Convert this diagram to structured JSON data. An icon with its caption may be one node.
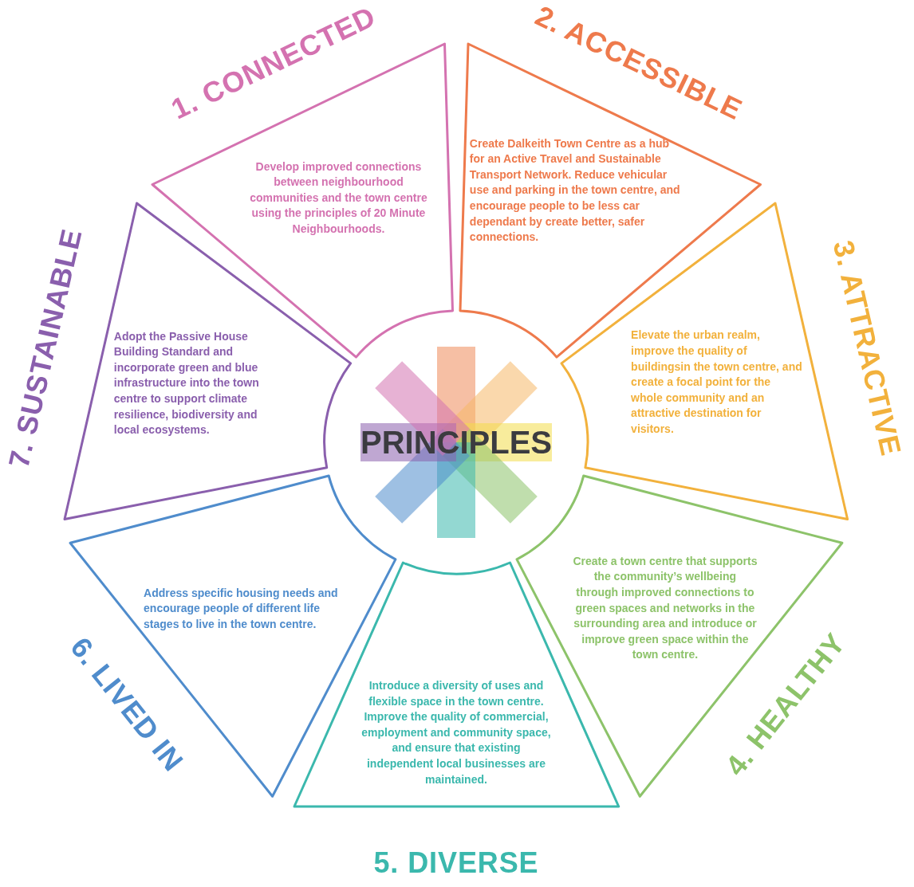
{
  "diagram": {
    "nodes": [
      {
        "text": [
          "PRINCIPLES"
        ]
      },
      {
        "text": [
          "1. CONNECTED",
          "Develop improved connections between neighbourhood communities and the town centre using the principles of 20 Minute Neighbourhoods."
        ]
      },
      {
        "text": [
          "2. ACCESSIBLE",
          "Create Dalkeith Town Centre as a hub for an Active Travel and Sustainable Transport Network. Reduce vehicular use and parking in the town centre, and encourage people to be less car dependant by create better, safer connections."
        ]
      },
      {
        "text": [
          "3. ATTRACTIVE",
          "Elevate the urban realm, improve the quality of buildingsin the town centre, and create a focal point for the whole community and an attractive destination for visitors."
        ]
      },
      {
        "text": [
          "4. HEALTHY",
          "Create a town centre that supports the community’s wellbeing through improved connections to green spaces and networks in the surrounding area and introduce or improve green space within the town centre."
        ]
      },
      {
        "text": [
          "Introduce a diversity of uses and flexible space in the town centre. Improve the quality of commercial, employment and community space, and ensure that existing independent local businesses are maintained.",
          "5. DIVERSE"
        ]
      },
      {
        "text": [
          "6. LIVED IN",
          "Address specific housing needs and encourage people of different life stages to live in the town centre."
        ]
      },
      {
        "text": [
          "7. SUSTAINABLE",
          "Adopt the Passive House Building Standard and incorporate green and blue infrastructure into the town centre to support climate resilience, biodiversity and local ecosystems."
        ]
      }
    ]
  }
}
